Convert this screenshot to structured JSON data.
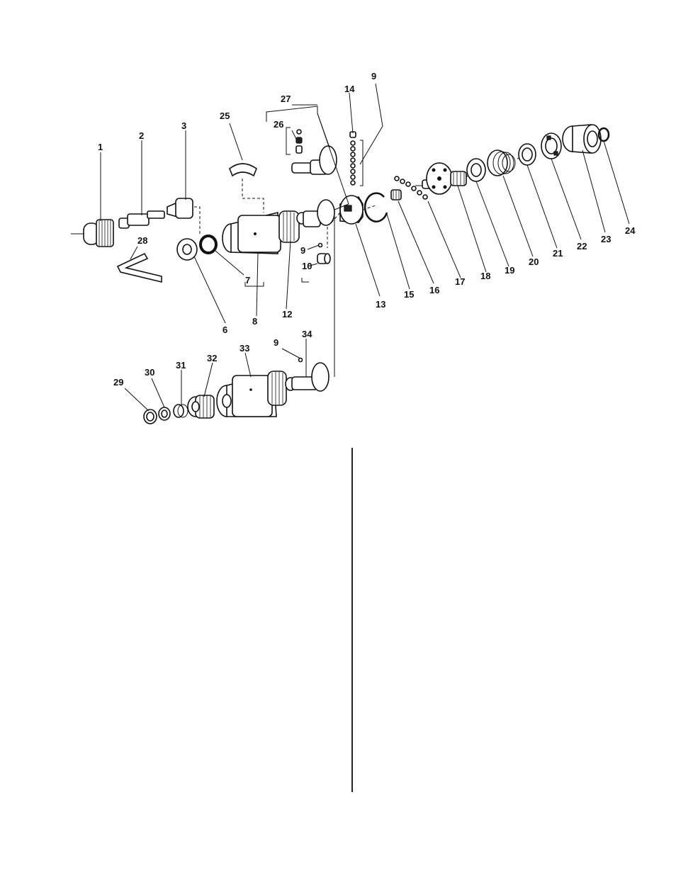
{
  "diagram": {
    "callouts": [
      {
        "id": "1",
        "text": "1"
      },
      {
        "id": "2",
        "text": "2"
      },
      {
        "id": "3",
        "text": "3"
      },
      {
        "id": "6",
        "text": "6"
      },
      {
        "id": "7",
        "text": "7"
      },
      {
        "id": "8",
        "text": "8"
      },
      {
        "id": "9a",
        "text": "9"
      },
      {
        "id": "9b",
        "text": "9"
      },
      {
        "id": "9c",
        "text": "9"
      },
      {
        "id": "10",
        "text": "10"
      },
      {
        "id": "12",
        "text": "12"
      },
      {
        "id": "13",
        "text": "13"
      },
      {
        "id": "14",
        "text": "14"
      },
      {
        "id": "15",
        "text": "15"
      },
      {
        "id": "16",
        "text": "16"
      },
      {
        "id": "17",
        "text": "17"
      },
      {
        "id": "18",
        "text": "18"
      },
      {
        "id": "19",
        "text": "19"
      },
      {
        "id": "20",
        "text": "20"
      },
      {
        "id": "21",
        "text": "21"
      },
      {
        "id": "22",
        "text": "22"
      },
      {
        "id": "23",
        "text": "23"
      },
      {
        "id": "24",
        "text": "24"
      },
      {
        "id": "25",
        "text": "25"
      },
      {
        "id": "26",
        "text": "26"
      },
      {
        "id": "27",
        "text": "27"
      },
      {
        "id": "28",
        "text": "28"
      },
      {
        "id": "29",
        "text": "29"
      },
      {
        "id": "30",
        "text": "30"
      },
      {
        "id": "31",
        "text": "31"
      },
      {
        "id": "32",
        "text": "32"
      },
      {
        "id": "33",
        "text": "33"
      },
      {
        "id": "34",
        "text": "34"
      }
    ],
    "ink_color": "#111111",
    "paper_color": "#ffffff"
  }
}
